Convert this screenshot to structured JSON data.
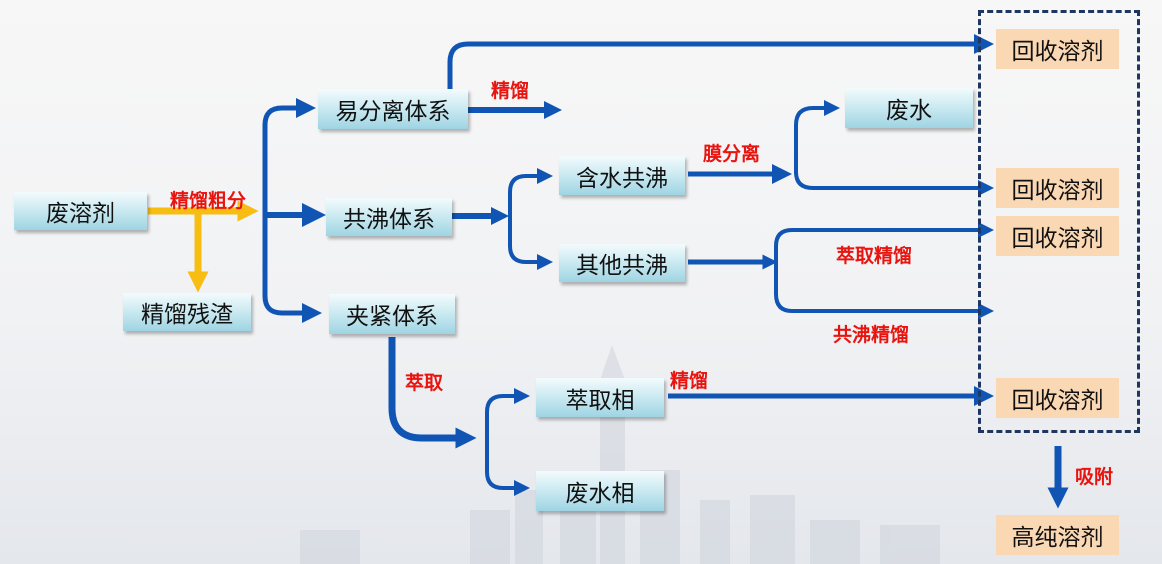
{
  "nodes": {
    "waste_solvent": "废溶剂",
    "distill_residue": "精馏残渣",
    "easy_separation": "易分离体系",
    "azeotrope_system": "共沸体系",
    "pinch_system": "夹紧体系",
    "water_azeotrope": "含水共沸",
    "other_azeotrope": "其他共沸",
    "waste_water_top": "废水",
    "extract_phase": "萃取相",
    "waste_water_phase": "废水相",
    "recovered_1": "回收溶剂",
    "recovered_2": "回收溶剂",
    "recovered_3": "回收溶剂",
    "recovered_4": "回收溶剂",
    "high_purity": "高纯溶剂"
  },
  "labels": {
    "rough_distill": "精馏粗分",
    "distill_top": "精馏",
    "membrane": "膜分离",
    "extractive_distill": "萃取精馏",
    "azeotropic_distill": "共沸精馏",
    "extraction": "萃取",
    "distill_bottom": "精馏",
    "adsorption": "吸附"
  },
  "colors": {
    "arrow_blue": "#1055b4",
    "arrow_yellow": "#f7bd12",
    "label_red": "#e8140f",
    "dashed_border": "#1e3660",
    "node_teal": "#bfe5ee",
    "node_peach": "#fbd8b4"
  }
}
